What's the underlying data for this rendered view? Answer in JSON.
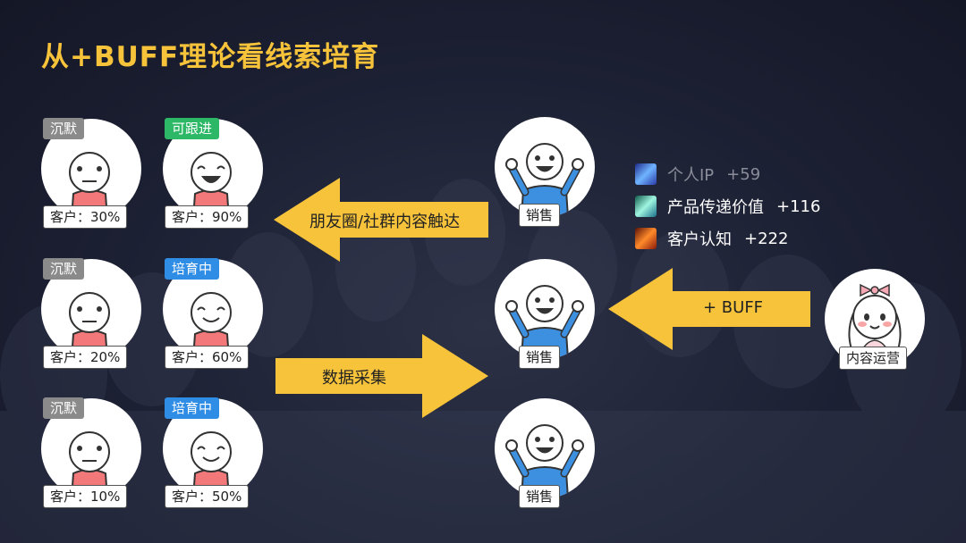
{
  "title": "从+BUFF理论看线索培育",
  "customers": [
    {
      "tag": "沉默",
      "tag_color": "#8a8a8a",
      "label": "客户：30%",
      "face": "neutral"
    },
    {
      "tag": "可跟进",
      "tag_color": "#2cb866",
      "label": "客户：90%",
      "face": "laugh"
    },
    {
      "tag": "沉默",
      "tag_color": "#8a8a8a",
      "label": "客户：20%",
      "face": "neutral"
    },
    {
      "tag": "培育中",
      "tag_color": "#2f8de6",
      "label": "客户：60%",
      "face": "smile"
    },
    {
      "tag": "沉默",
      "tag_color": "#8a8a8a",
      "label": "客户：10%",
      "face": "neutral"
    },
    {
      "tag": "培育中",
      "tag_color": "#2f8de6",
      "label": "客户：50%",
      "face": "smile"
    }
  ],
  "sales": [
    {
      "label": "销售"
    },
    {
      "label": "销售"
    },
    {
      "label": "销售"
    }
  ],
  "content_ops": {
    "label": "内容运营"
  },
  "arrows": {
    "reach": "朋友圈/社群内容触达",
    "collect": "数据采集",
    "buff": "+ BUFF"
  },
  "buffs": [
    {
      "name": "个人IP",
      "value": "+59",
      "name_color": "#8a8d99",
      "icon": "lightning-skill-icon"
    },
    {
      "name": "产品传递价值",
      "value": "+116",
      "name_color": "#ffffff",
      "icon": "crystal-skill-icon"
    },
    {
      "name": "客户认知",
      "value": "+222",
      "name_color": "#ffffff",
      "icon": "fire-skill-icon"
    }
  ],
  "colors": {
    "accent": "#f7c33a",
    "arrow": "#f7c33a",
    "shirt_customer": "#f2787a",
    "shirt_sales": "#3d8fe0"
  }
}
